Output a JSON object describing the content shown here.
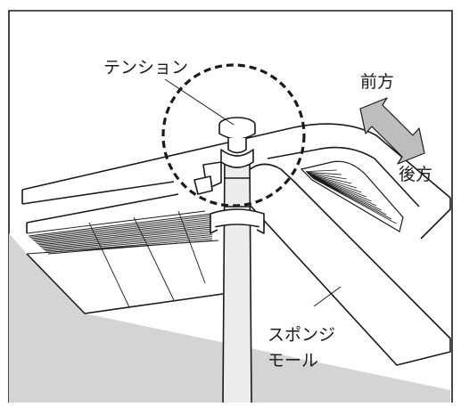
{
  "labels": {
    "tension": "テンション",
    "front": "前方",
    "rear": "後方",
    "sponge_line1": "スポンジ",
    "sponge_line2": "モール"
  },
  "colors": {
    "stroke": "#1a1a1a",
    "ceiling_fill": "#d4d4d4",
    "arrow_fill": "#bdbdbd",
    "pole_fill": "#ececec",
    "background": "#ffffff"
  }
}
